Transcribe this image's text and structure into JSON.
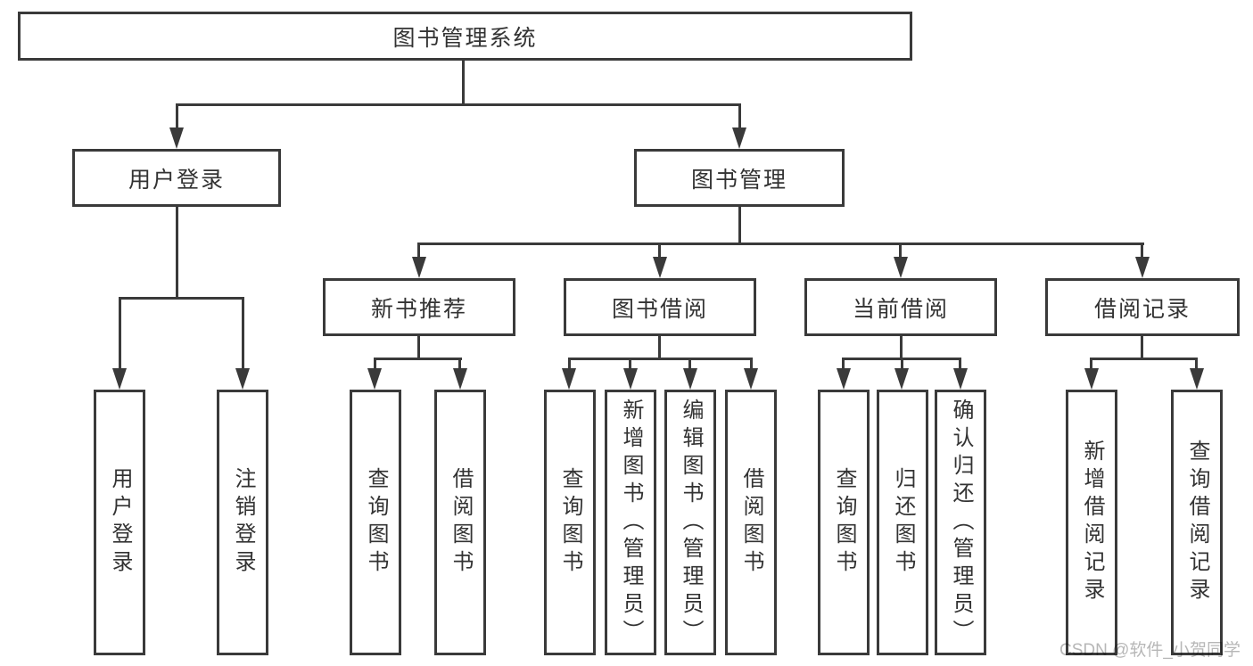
{
  "diagram": {
    "title_node": "图书管理系统",
    "root": {
      "label": "图书管理系统"
    },
    "level2": [
      {
        "label": "用户登录"
      },
      {
        "label": "图书管理"
      }
    ],
    "level3": [
      {
        "label": "新书推荐"
      },
      {
        "label": "图书借阅"
      },
      {
        "label": "当前借阅"
      },
      {
        "label": "借阅记录"
      }
    ],
    "leaves": {
      "user_login": [
        "用户登录",
        "注销登录"
      ],
      "new_book_recommend": [
        "查询图书",
        "借阅图书"
      ],
      "book_borrow": [
        "查询图书",
        "新增图书（管理员）",
        "编辑图书（管理员）",
        "借阅图书"
      ],
      "current_borrow": [
        "查询图书",
        "归还图书",
        "确认归还（管理员）"
      ],
      "borrow_records": [
        "新增借阅记录",
        "查询借阅记录"
      ]
    }
  },
  "watermark": "CSDN @软件_小贺同学",
  "colors": {
    "line": "#3a3a3a",
    "text": "#333333",
    "watermark": "#b7b7b7",
    "background": "#ffffff"
  }
}
